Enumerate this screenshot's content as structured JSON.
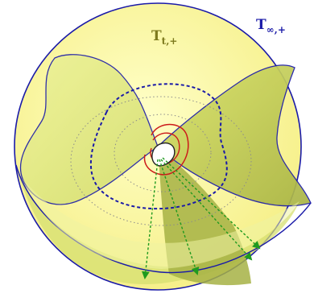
{
  "labels": {
    "t_plus_main": "T",
    "t_plus_sub": "t,+",
    "inf_plus_main": "T",
    "inf_plus_sub": "∞,+"
  },
  "colors": {
    "sphere_fill": "#ffffa6",
    "sphere_outline": "#1a1aa8",
    "surface_light": "#f2f7a0",
    "surface_mid": "#e1ea78",
    "surface_dark": "#b8c450",
    "label_olive": "#7d7a1e",
    "label_blue": "#1a1aa8",
    "dashed_blue": "#1a1aa8",
    "red_loops": "#cc1a1a",
    "arrows_green": "#1f9a1f",
    "dotted_gray": "#8c8c8c"
  },
  "arrow_count": 4
}
